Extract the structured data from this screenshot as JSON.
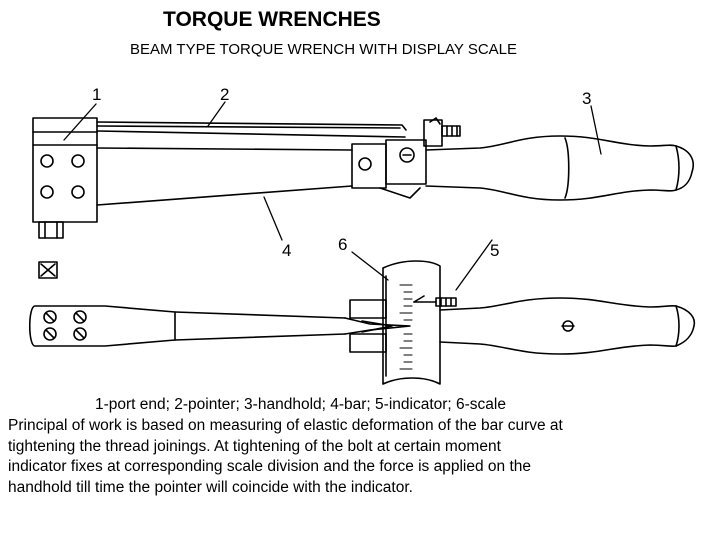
{
  "title": "TORQUE WRENCHES",
  "subtitle": "BEAM TYPE TORQUE WRENCH WITH DISPLAY SCALE",
  "callouts": {
    "c1": "1",
    "c2": "2",
    "c3": "3",
    "c4": "4",
    "c5": "5",
    "c6": "6"
  },
  "caption": "1-port end; 2-pointer; 3-handhold; 4-bar; 5-indicator; 6-scale",
  "description_lines": [
    "Principal of work is based on measuring of elastic deformation of the bar curve at",
    "tightening the thread joinings. At tightening of the bolt at certain moment",
    "indicator fixes at corresponding scale division and the force is applied on the",
    "handhold till time the pointer will coincide with the indicator."
  ]
}
